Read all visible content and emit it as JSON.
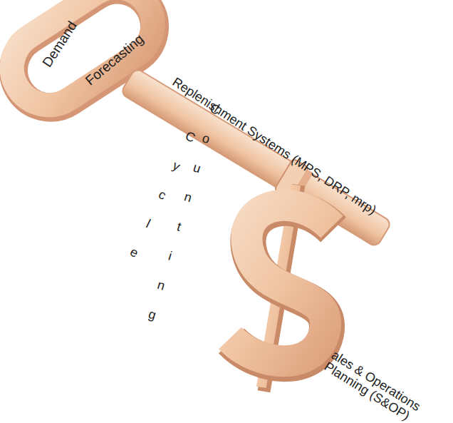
{
  "diagram": {
    "labels": [
      "Demand",
      "Forecasting",
      "Replenishment Systems (MPS, DRP, mrp)",
      "Cycle",
      "Counting",
      "ales & Operations Planning (S&OP)"
    ]
  }
}
